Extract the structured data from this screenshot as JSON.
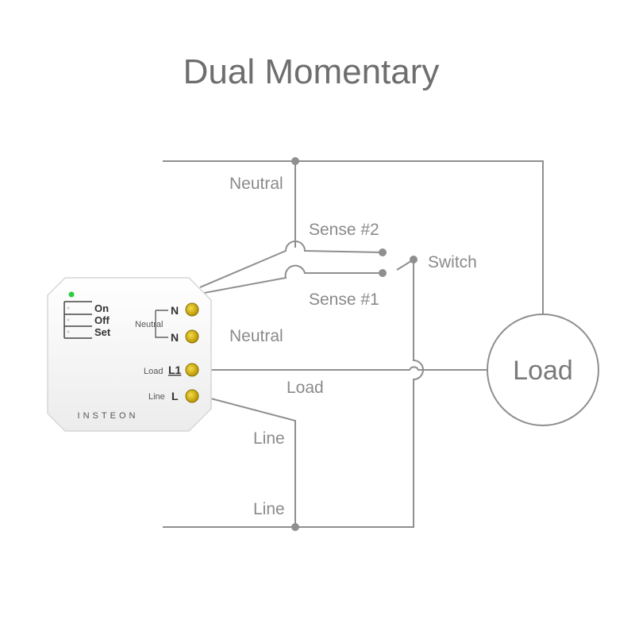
{
  "title": "Dual Momentary",
  "labels": {
    "neutral_top": "Neutral",
    "sense2": "Sense #2",
    "sense1": "Sense #1",
    "switch": "Switch",
    "neutral_mid": "Neutral",
    "load_wire": "Load",
    "line_upper": "Line",
    "line_lower": "Line",
    "load": "Load"
  },
  "device": {
    "brand": "INSTEON",
    "buttons": [
      "On",
      "Off",
      "Set"
    ],
    "terminals": {
      "n1": "N",
      "n2": "N",
      "neutral_caption": "Neutral",
      "l1": "L1",
      "l1_caption": "Load",
      "l": "L",
      "l_caption": "Line"
    }
  },
  "colors": {
    "wire": "#8f8f8f",
    "node": "#8f8f8f",
    "terminal": "#d8b400",
    "led": "#2ecc40"
  }
}
